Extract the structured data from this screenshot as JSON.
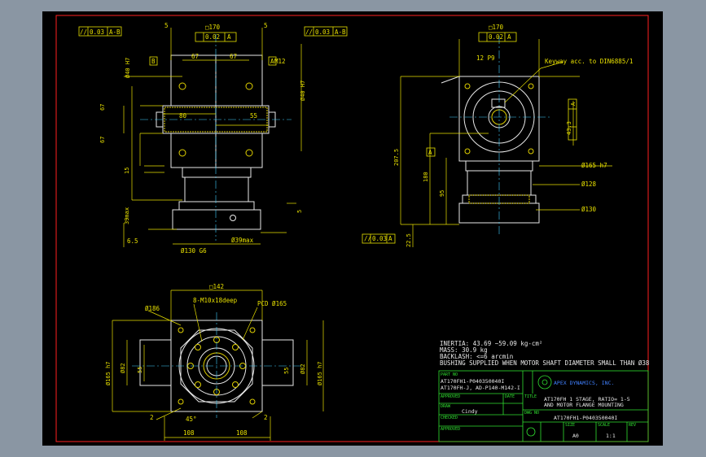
{
  "info": {
    "lines": [
      "INERTIA: 43.69 ~59.09  kg-cm²",
      "MASS: 30.9  kg",
      "BACKLASH: <=6 arcmin",
      "BUSHING SUPPLIED WHEN MOTOR SHAFT DIAMETER SMALL THAN Ø38"
    ]
  },
  "title_block": {
    "part_no_label": "PART NO",
    "part_line1": "AT170FH1-P040350040I",
    "part_line2": "AT170FH-J, AD-P140-M142-I",
    "approved_label": "APPROVED",
    "date_label": "DATE",
    "draw_label": "DRAW",
    "checked_label": "CHECKED",
    "approved2_label": "APPROVED",
    "drawer": "Cindy",
    "title_label": "TITLE",
    "brand": "APEX DYNAMICS, INC.",
    "title_line1": "AT170FH 1 STAGE, RATIO= 1-5",
    "title_line2": "AND MOTOR FLANGE MOUNTING",
    "dwg_label": "DWG NO",
    "dwg_no": "AT170FH1-P040350040I",
    "size_label": "SIZE",
    "size": "A0",
    "scale_label": "SCALE",
    "scale": "1:1",
    "rev_label": "REV"
  },
  "dims": {
    "tol_a_b": "0.03",
    "datum_ab": "A-B",
    "sq170": "□170",
    "flat002": "0.02",
    "datum_a": "A",
    "datum_b": "B",
    "d67": "67",
    "m12": "M12",
    "d40h7": "Ø40 H7",
    "d80": "80",
    "d55": "55",
    "d5": "5",
    "d15": "15",
    "d39max": "39max",
    "d130g6": "Ø130 G6",
    "d39max2": "Ø39max",
    "d65": "6.5",
    "keyway": "Keyway acc. to DIN6885/1",
    "jp9": "12 P9",
    "d43.3": "43.3",
    "d2075": "207.5",
    "d180": "180",
    "d95": "95",
    "d225": "22.5",
    "d165h7": "Ø165 h7",
    "d128": "Ø128",
    "d130": "Ø130",
    "sq142": "□142",
    "d186": "Ø186",
    "holes": "8-M10x18deep",
    "pcd": "PCD Ø165",
    "d82": "Ø82",
    "d108": "108",
    "d2": "2",
    "a45": "45°",
    "tol003": "0.03"
  }
}
